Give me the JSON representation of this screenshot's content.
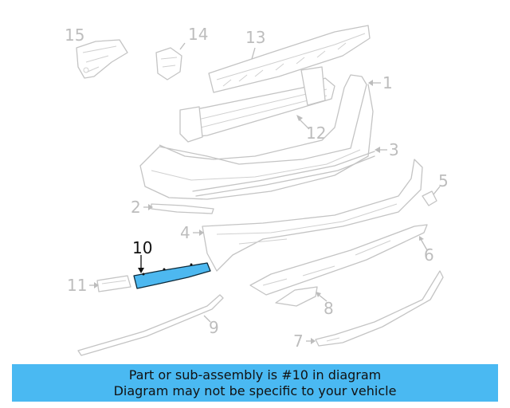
{
  "diagram": {
    "highlighted_part": "10",
    "callouts": [
      "1",
      "2",
      "3",
      "4",
      "5",
      "6",
      "7",
      "8",
      "9",
      "10",
      "11",
      "12",
      "13",
      "14",
      "15"
    ],
    "colors": {
      "highlight": "#4db8f0",
      "banner": "#4ab9f2",
      "line_art": "#c4c4c4"
    }
  },
  "banner": {
    "line1": "Part or sub-assembly is #10 in diagram",
    "line2": "Diagram may not be specific to your vehicle"
  }
}
